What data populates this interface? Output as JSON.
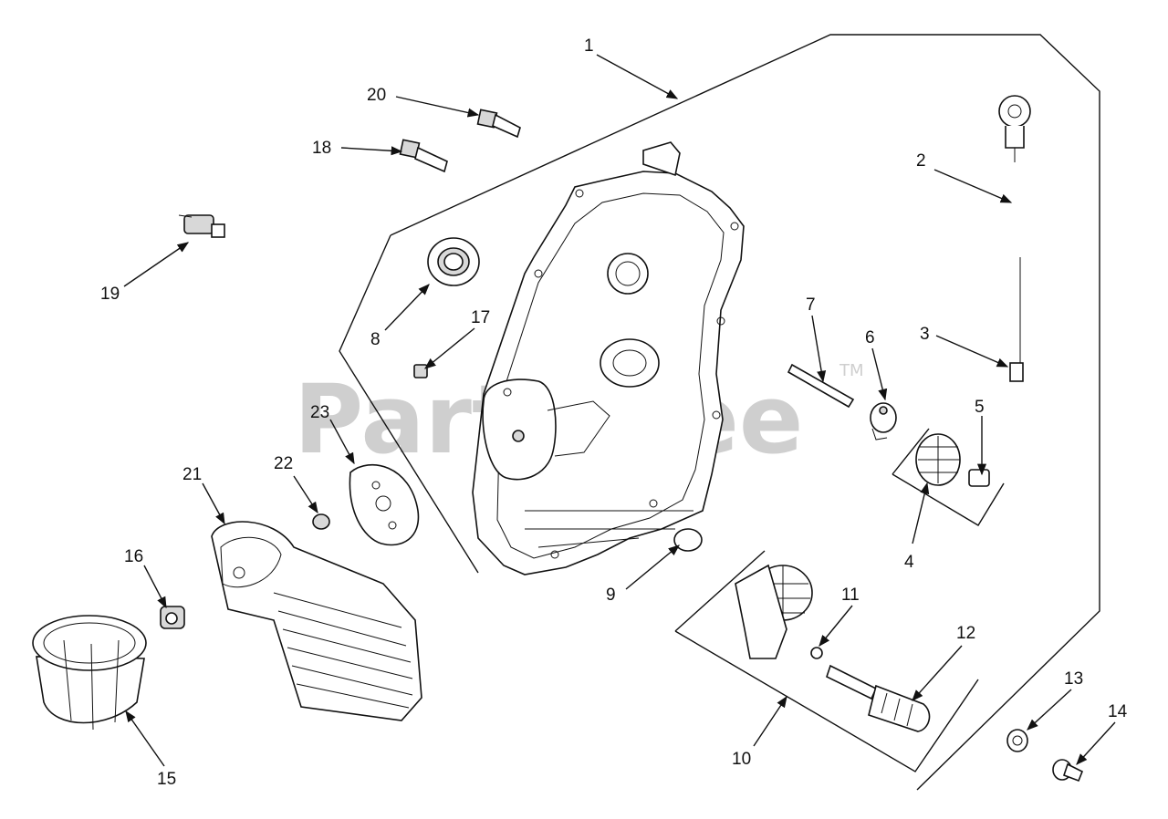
{
  "watermark": {
    "text": "PartsTree",
    "trademark": "TM"
  },
  "callouts": [
    {
      "id": "c1",
      "label": "1"
    },
    {
      "id": "c2",
      "label": "2"
    },
    {
      "id": "c3",
      "label": "3"
    },
    {
      "id": "c4",
      "label": "4"
    },
    {
      "id": "c5",
      "label": "5"
    },
    {
      "id": "c6",
      "label": "6"
    },
    {
      "id": "c7",
      "label": "7"
    },
    {
      "id": "c8",
      "label": "8"
    },
    {
      "id": "c9",
      "label": "9"
    },
    {
      "id": "c10",
      "label": "10"
    },
    {
      "id": "c11",
      "label": "11"
    },
    {
      "id": "c12",
      "label": "12"
    },
    {
      "id": "c13",
      "label": "13"
    },
    {
      "id": "c14",
      "label": "14"
    },
    {
      "id": "c15",
      "label": "15"
    },
    {
      "id": "c16",
      "label": "16"
    },
    {
      "id": "c17",
      "label": "17"
    },
    {
      "id": "c18",
      "label": "18"
    },
    {
      "id": "c19",
      "label": "19"
    },
    {
      "id": "c20",
      "label": "20"
    },
    {
      "id": "c21",
      "label": "21"
    },
    {
      "id": "c22",
      "label": "22"
    },
    {
      "id": "c23",
      "label": "23"
    }
  ]
}
